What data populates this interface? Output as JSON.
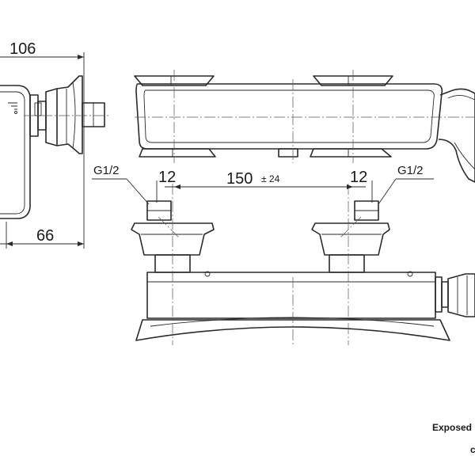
{
  "dimensions": {
    "side_depth": "106",
    "side_wall": "66",
    "center_distance": "150",
    "center_tolerance": "± 24",
    "left_nipple": "12",
    "right_nipple": "12"
  },
  "thread_labels": {
    "left": "G1/2",
    "right": "G1/2"
  },
  "caption": {
    "line1": "Exposed",
    "line2": "c"
  }
}
